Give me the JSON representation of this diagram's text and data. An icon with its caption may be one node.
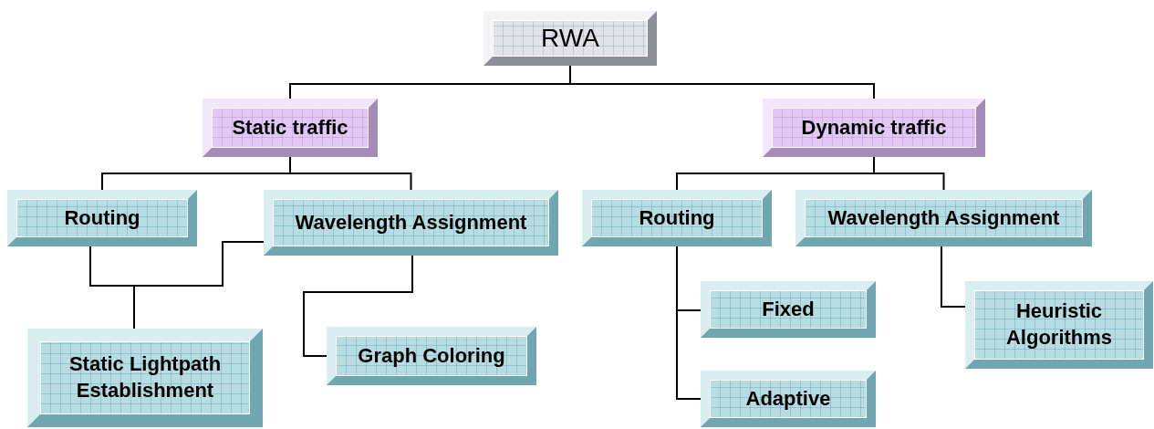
{
  "diagram": {
    "nodes": [
      {
        "text": [
          "RWA"
        ]
      },
      {
        "text": [
          "Static traffic"
        ]
      },
      {
        "text": [
          "Dynamic traffic"
        ]
      },
      {
        "text": [
          "Routing"
        ]
      },
      {
        "text": [
          "Wavelength Assignment"
        ]
      },
      {
        "text": [
          "Routing"
        ]
      },
      {
        "text": [
          "Wavelength Assignment"
        ]
      },
      {
        "text": [
          "Static Lightpath Establishment"
        ]
      },
      {
        "text": [
          "Graph Coloring"
        ]
      },
      {
        "text": [
          "Fixed"
        ]
      },
      {
        "text": [
          "Adaptive"
        ]
      },
      {
        "text": [
          "Heuristic Algorithms"
        ]
      }
    ],
    "edges": [
      {
        "from": 0,
        "to": 1,
        "arrow": "none"
      },
      {
        "from": 0,
        "to": 2,
        "arrow": "none"
      },
      {
        "from": 1,
        "to": 3,
        "arrow": "none"
      },
      {
        "from": 1,
        "to": 4,
        "arrow": "none"
      },
      {
        "from": 2,
        "to": 5,
        "arrow": "none"
      },
      {
        "from": 2,
        "to": 6,
        "arrow": "none"
      },
      {
        "from": 3,
        "to": 7,
        "arrow": "none"
      },
      {
        "from": 4,
        "to": 7,
        "arrow": "none"
      },
      {
        "from": 4,
        "to": 8,
        "arrow": "none"
      },
      {
        "from": 5,
        "to": 9,
        "arrow": "none"
      },
      {
        "from": 5,
        "to": 10,
        "arrow": "none"
      },
      {
        "from": 6,
        "to": 11,
        "arrow": "none"
      }
    ]
  }
}
